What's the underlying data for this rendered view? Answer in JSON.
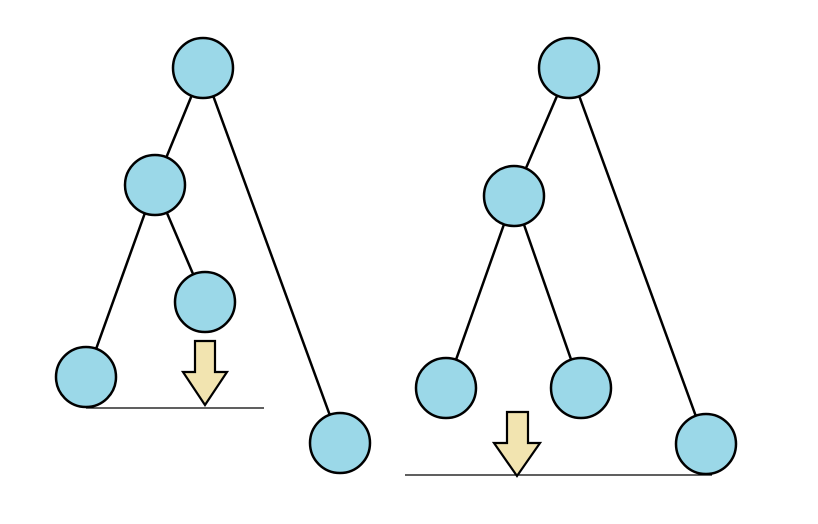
{
  "colors": {
    "node_fill": "#9bd8e8",
    "arrow_fill": "#f2e4b0",
    "stroke": "#000000",
    "background": "#ffffff"
  },
  "icons": {
    "arrow": "down-arrow-icon"
  },
  "diagram": {
    "type": "binary-tree-comparison",
    "trees": [
      {
        "name": "tree-left",
        "nodes": [
          "root",
          "left",
          "left-left",
          "left-right",
          "right"
        ],
        "edges": [
          [
            "root",
            "left"
          ],
          [
            "root",
            "right"
          ],
          [
            "left",
            "left-left"
          ],
          [
            "left",
            "left-right"
          ]
        ]
      },
      {
        "name": "tree-right",
        "nodes": [
          "root",
          "left",
          "left-left",
          "left-right",
          "right"
        ],
        "edges": [
          [
            "root",
            "left"
          ],
          [
            "root",
            "right"
          ],
          [
            "left",
            "left-left"
          ],
          [
            "left",
            "left-right"
          ]
        ]
      }
    ]
  }
}
